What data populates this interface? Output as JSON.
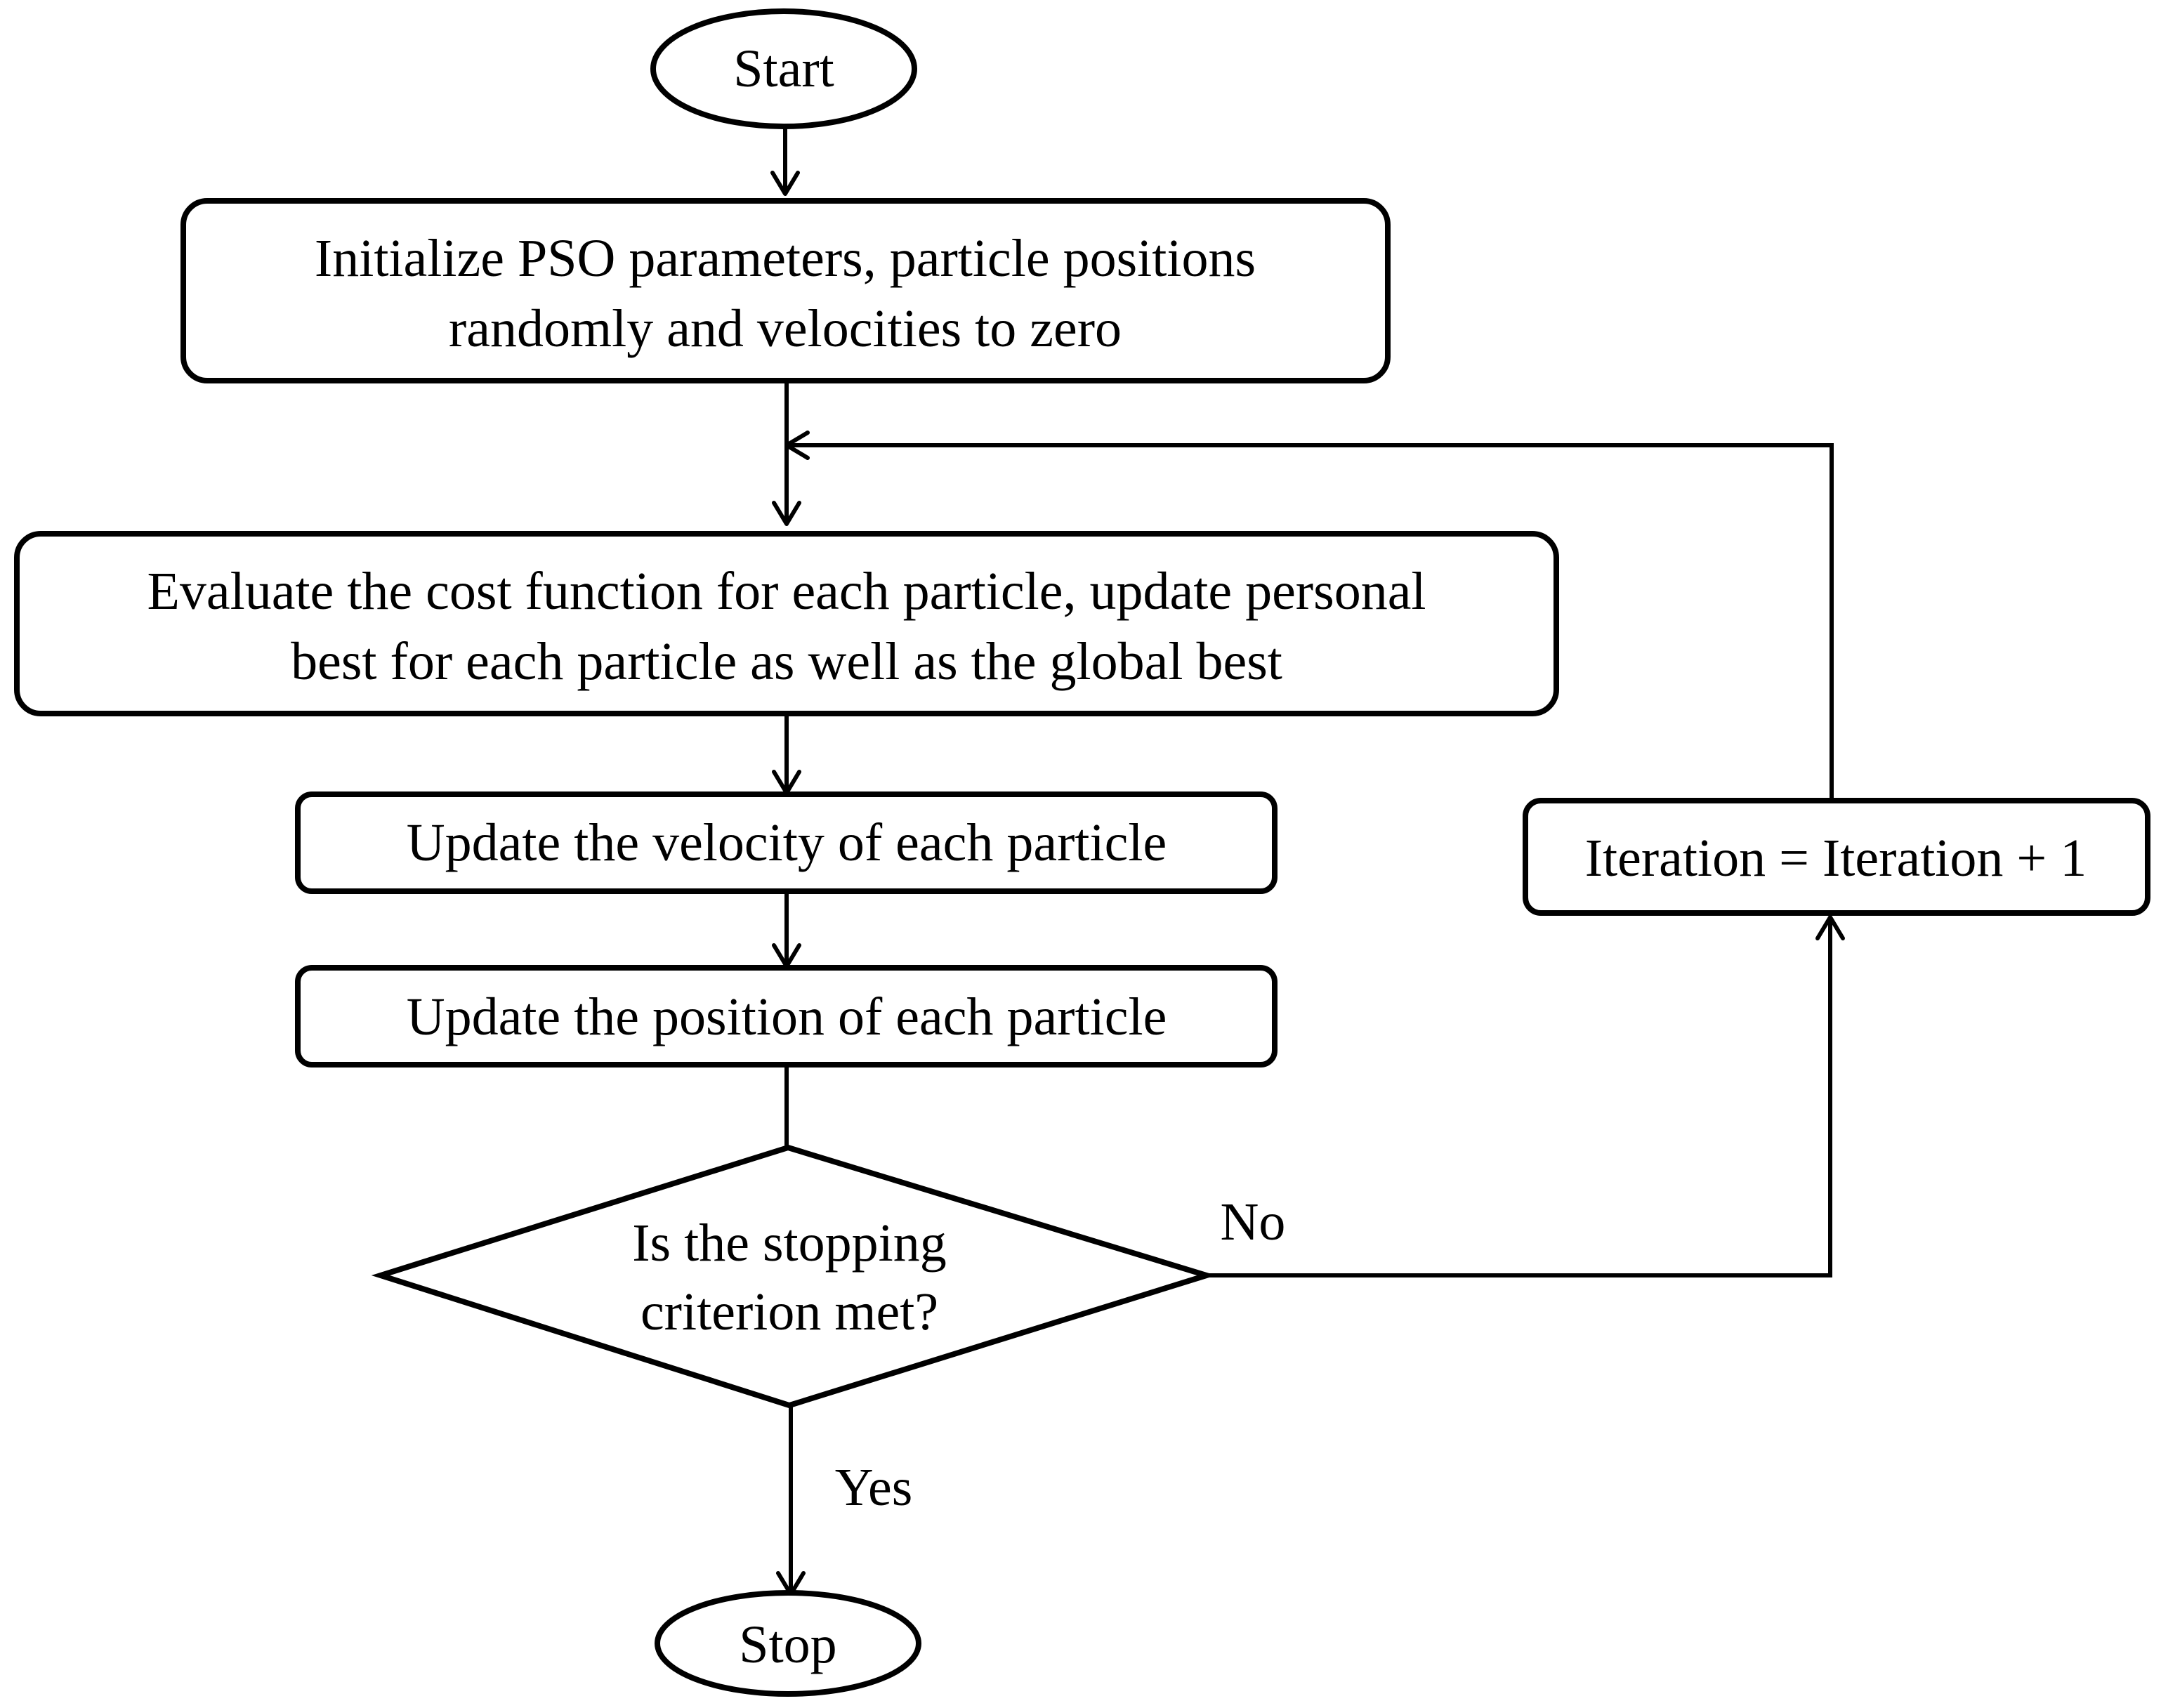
{
  "nodes": {
    "start": {
      "label": "Start"
    },
    "initialize": {
      "line1": "Initialize PSO parameters, particle positions",
      "line2": "randomly and velocities to zero"
    },
    "evaluate": {
      "line1": "Evaluate the cost function for each particle, update personal",
      "line2": "best for each particle as well as the global best"
    },
    "update_velocity": {
      "label": "Update the velocity of each particle"
    },
    "update_position": {
      "label": "Update the position of each particle"
    },
    "decision": {
      "line1": "Is the stopping",
      "line2": "criterion met?"
    },
    "iteration": {
      "label": "Iteration = Iteration + 1"
    },
    "stop": {
      "label": "Stop"
    }
  },
  "edges": {
    "no_label": "No",
    "yes_label": "Yes"
  }
}
